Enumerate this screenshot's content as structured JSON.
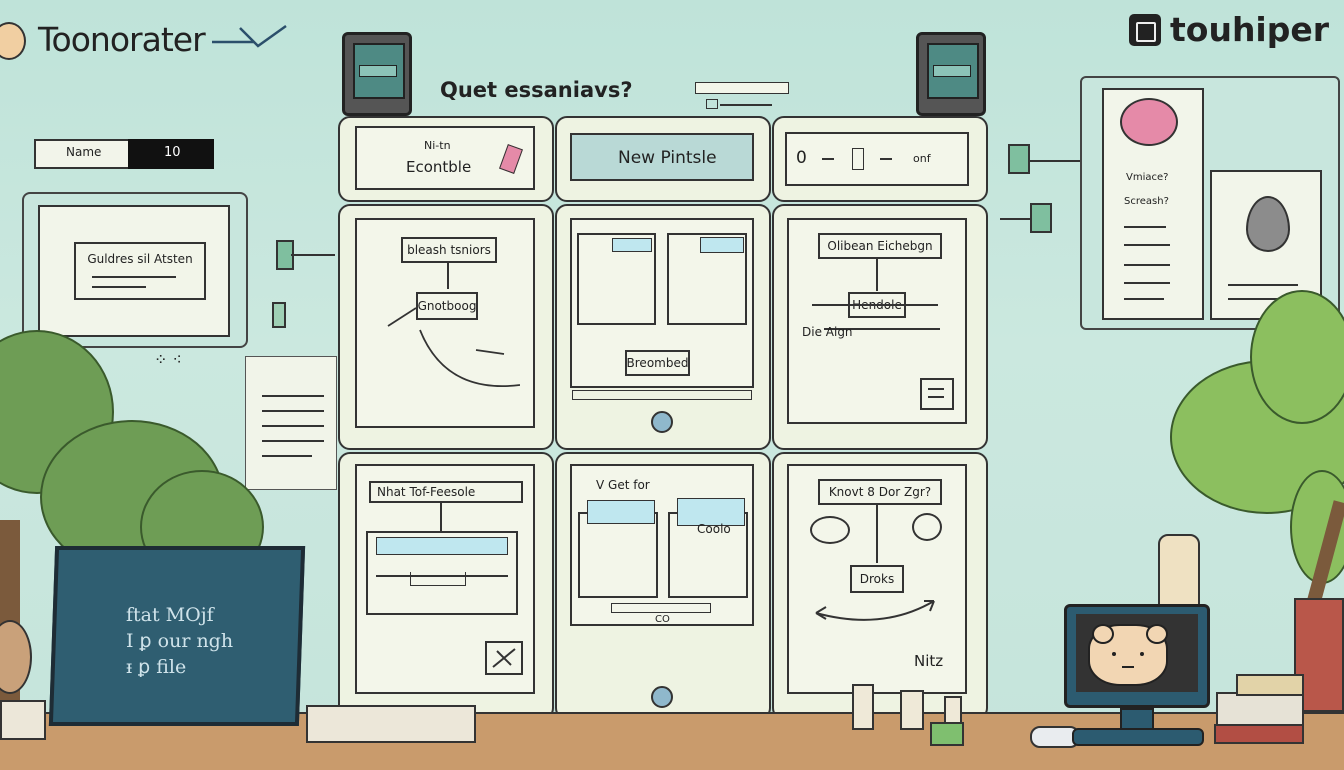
{
  "app": {
    "title": "Toonorater",
    "logo_right": "touhiper"
  },
  "header": {
    "question": "Quet essaniavs?"
  },
  "name_field": {
    "label": "Name",
    "value": "10"
  },
  "left_card": {
    "title": "Guldres sil Atsten"
  },
  "chalkboard": {
    "lines": [
      "ftat MOjf",
      "I ꝑ our ngh",
      "ᵻ ꝑ file"
    ]
  },
  "top_row": {
    "p1": {
      "line1": "Ni-tn",
      "line2": "Econtble"
    },
    "p2": {
      "label": "New Pintsle"
    },
    "p3": {
      "text1": "0",
      "text2": "onf"
    }
  },
  "middle_row": {
    "p1": {
      "top": "bleash tsniors",
      "mid": "Gnotboog"
    },
    "p2": {
      "label": "Breombed"
    },
    "p3": {
      "top": "Olibean Eichebgn",
      "mid": "Hendole",
      "side": "Die Aign"
    }
  },
  "bottom_row": {
    "p1": {
      "top": "Nhat Tof-Feesole"
    },
    "p2": {
      "top": "V Get for",
      "box": "Coolo",
      "bottom": "CO"
    },
    "p3": {
      "top": "Knovt 8 Dor Zgr?",
      "mid": "Droks",
      "corner": "Nitz"
    }
  },
  "right_card": {
    "q1": "Vmiace?",
    "q2": "Screash?"
  },
  "colors": {
    "background": "#c5e4db",
    "panel": "#eef3e2",
    "highlight": "#bfe7ef",
    "accent_pink": "#e58aa8",
    "desk": "#c99b6c"
  },
  "icons": [
    "bear-logo-icon",
    "checkmark-icon",
    "terminal-icon",
    "monitor-icon",
    "tree-icon",
    "bear-screen-icon",
    "plug-icon",
    "note-icon"
  ]
}
